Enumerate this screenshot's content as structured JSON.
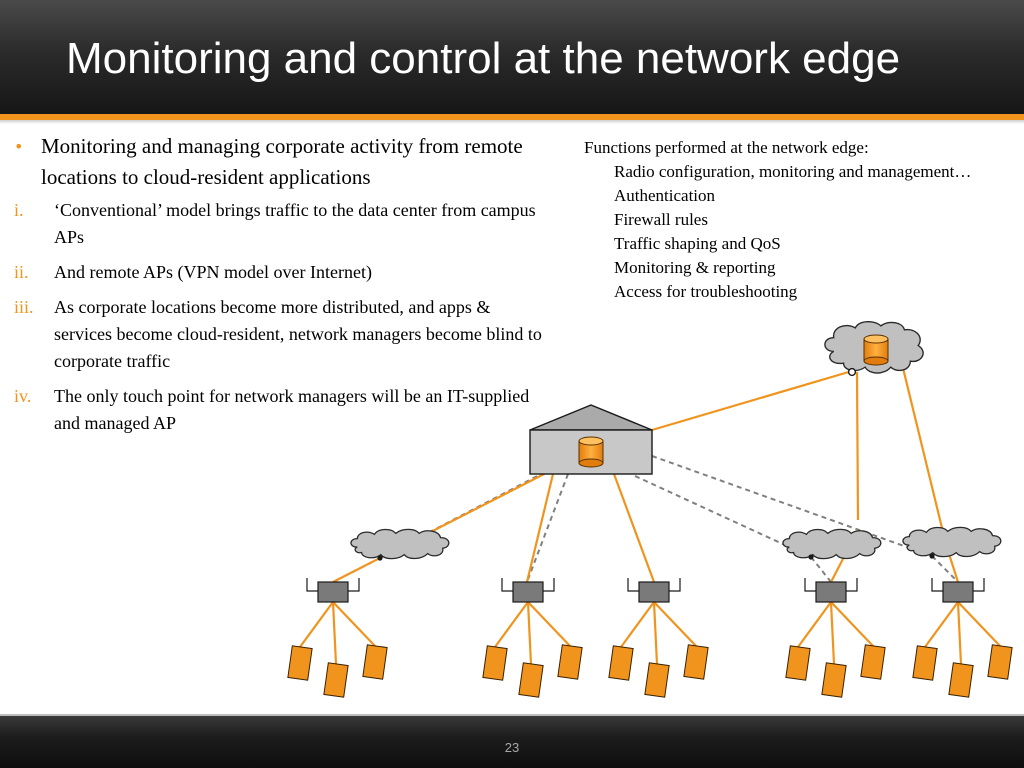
{
  "title": "Monitoring and control at the network edge",
  "main_bullet": "Monitoring and managing corporate activity from remote locations to cloud-resident applications",
  "sub_bullets": [
    {
      "num": "i.",
      "text": "‘Conventional’ model brings traffic to the data center from campus APs"
    },
    {
      "num": "ii.",
      "text": "And remote APs (VPN model over Internet)"
    },
    {
      "num": "iii.",
      "text": "As corporate locations become more distributed, and apps & services become cloud-resident, network managers become blind to corporate traffic"
    },
    {
      "num": "iv.",
      "text": "The only touch point for network managers will be an IT-supplied and managed AP"
    }
  ],
  "functions": {
    "heading": "Functions performed at the network edge:",
    "items": [
      "Radio configuration, monitoring and management…",
      "Authentication",
      "Firewall rules",
      "Traffic shaping and QoS",
      "Monitoring & reporting",
      "Access for troubleshooting"
    ]
  },
  "page_number": "23",
  "colors": {
    "accent": "#f0941e",
    "header_bg": "#2b2b2b",
    "cloud_fill": "#c0c0c0",
    "ap_fill": "#7a7a7a",
    "building_fill": "#c8c8c8",
    "link_orange": "#f0941e",
    "link_dashed": "#808080"
  }
}
